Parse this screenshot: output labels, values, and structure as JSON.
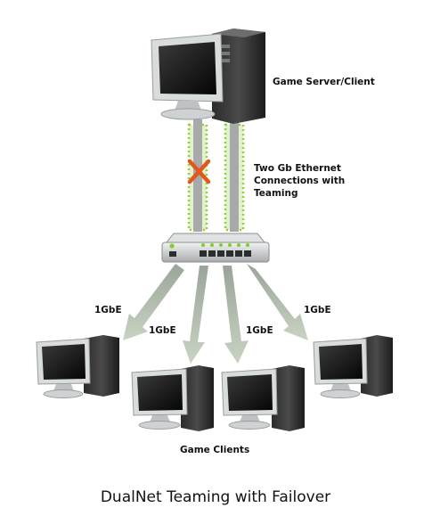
{
  "server_label": "Game Server/Client",
  "connection_label": [
    "Two Gb Ethernet",
    "Connections with",
    "Teaming"
  ],
  "link_labels": [
    "1GbE",
    "1GbE",
    "1GbE",
    "1GbE"
  ],
  "clients_label": "Game Clients",
  "caption": "DualNet Teaming with Failover",
  "colors": {
    "failover_x": "#e2571c",
    "link_green": "#8dd22e",
    "arrow_fill": "#bccbb2",
    "cable_gray": "#a7aaa8"
  }
}
